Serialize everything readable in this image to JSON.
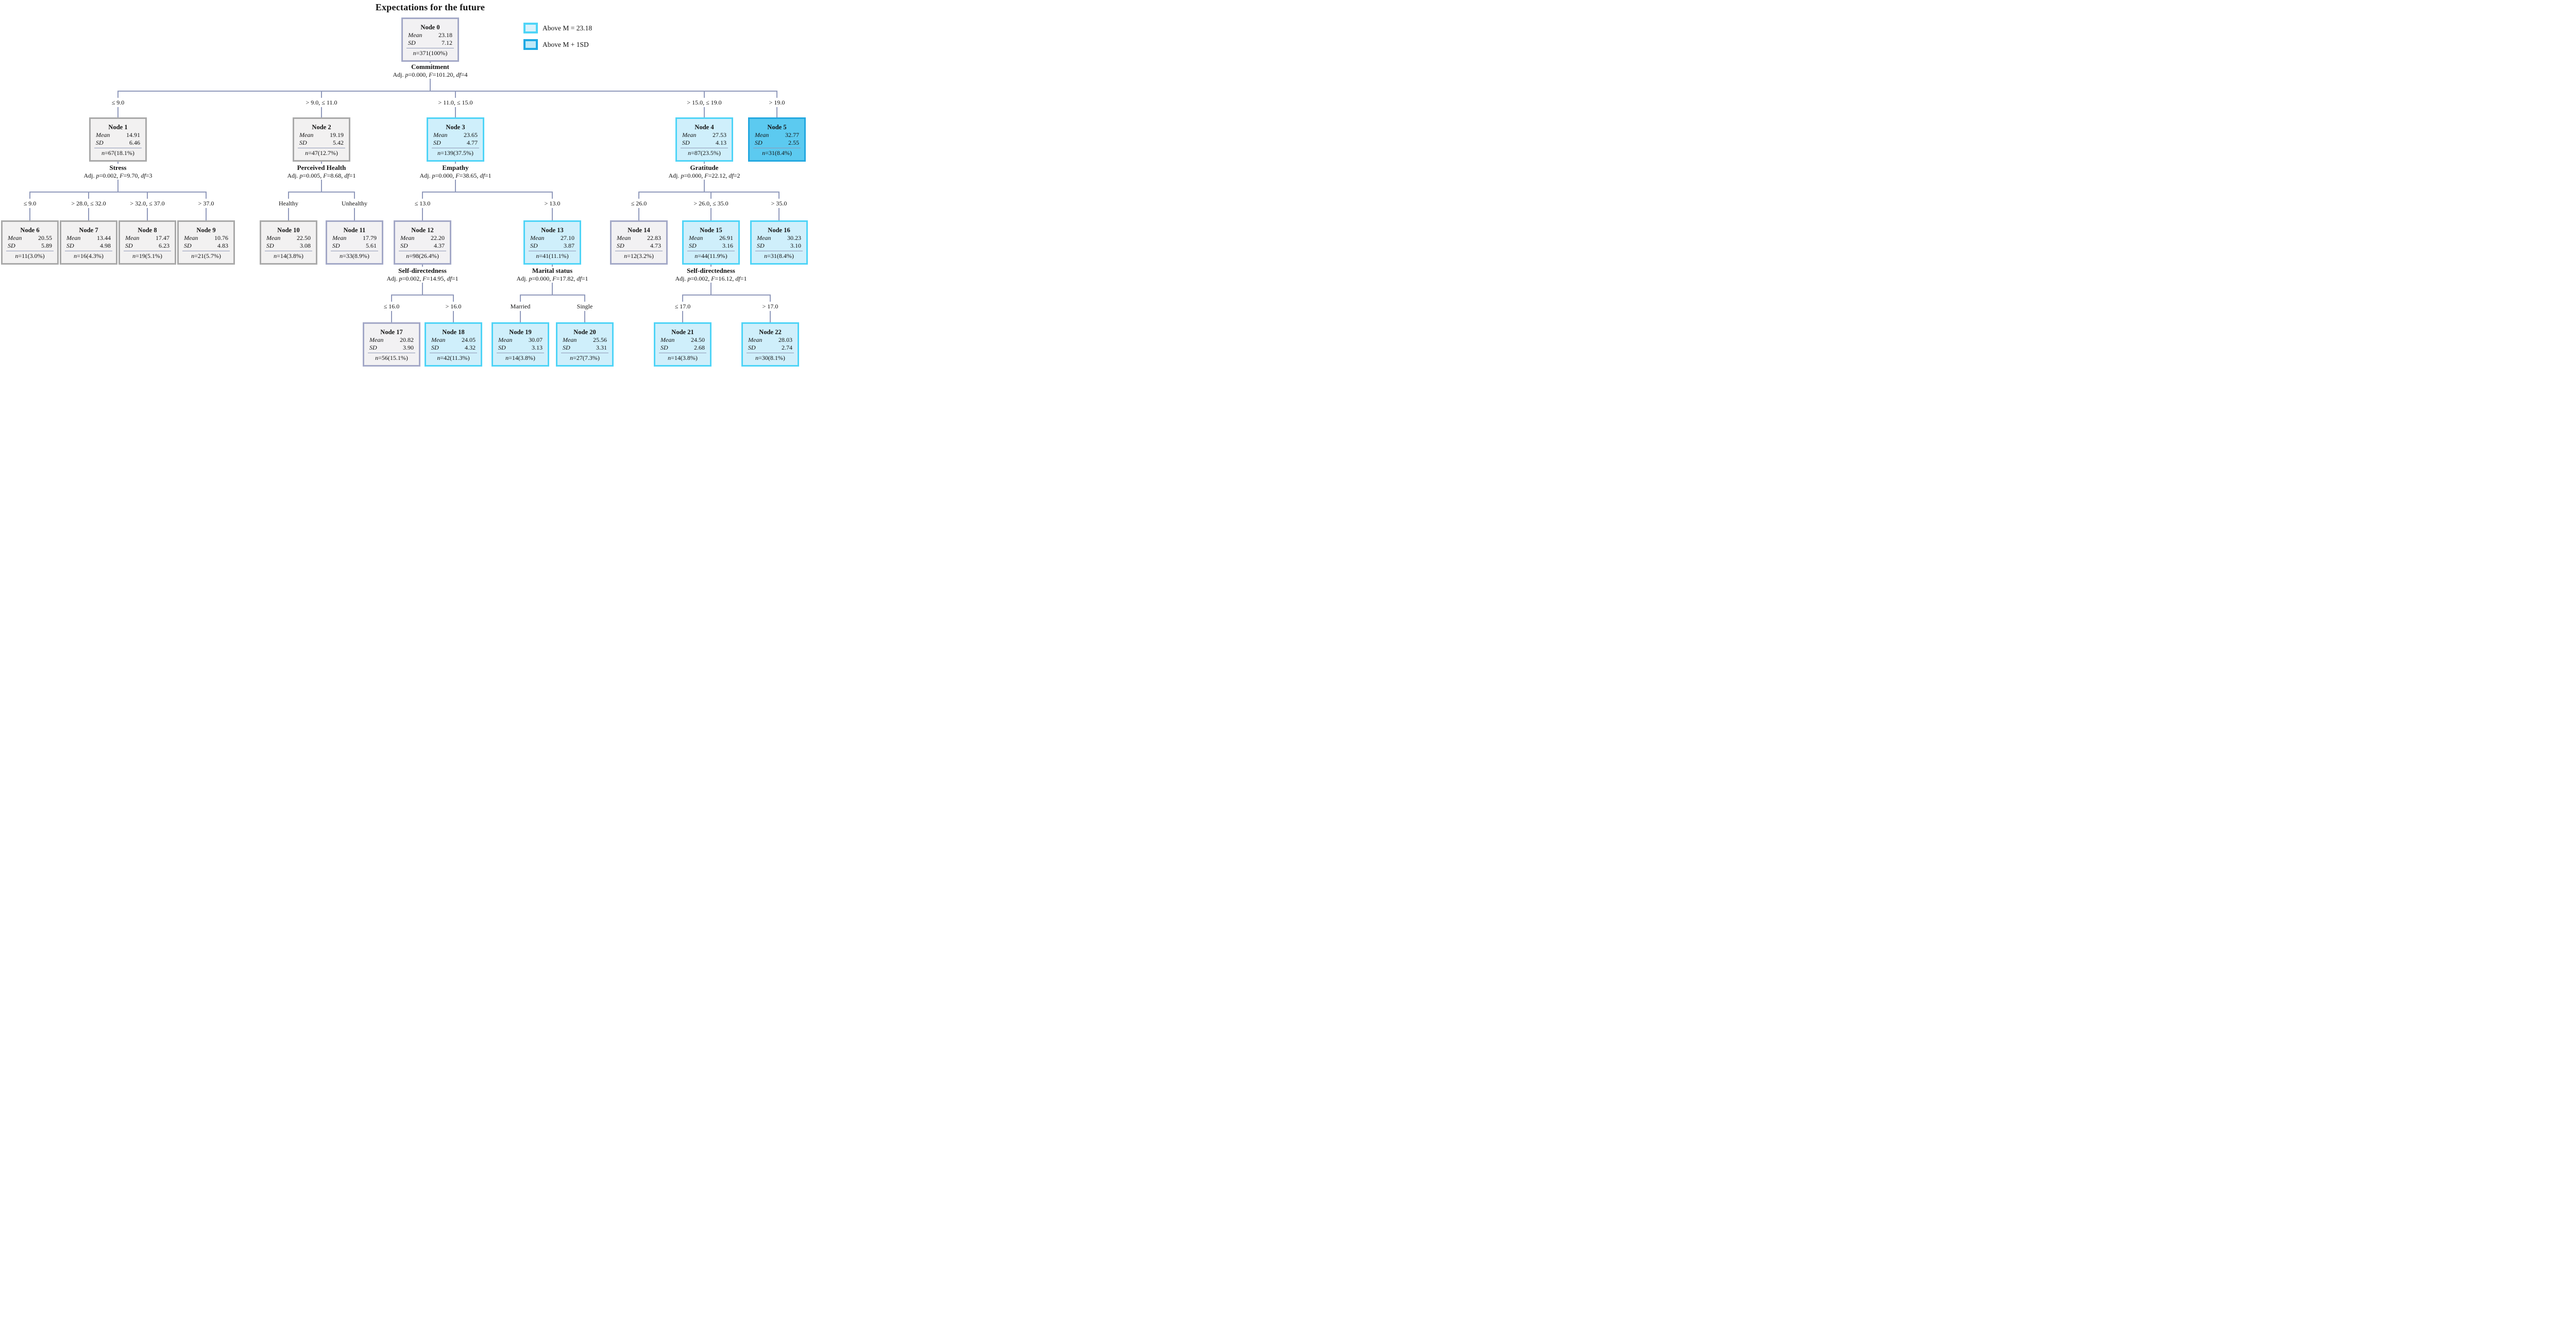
{
  "title": "Expectations for the future",
  "colors": {
    "above_mean_fill": "#cfeffb",
    "above_mean_border": "#4ed4f7",
    "above_m1sd_fill": "#5ccaf0",
    "above_m1sd_border": "#23a8e0",
    "neutral_fill": "#f2f1f1",
    "neutral_border": "#a9a9a9",
    "connector": "#9099bb"
  },
  "labels": {
    "adj": "Adj.",
    "p": "p",
    "F": "F",
    "df": "df",
    "mean": "Mean",
    "sd": "SD",
    "n": "n"
  },
  "legend": {
    "items": [
      {
        "label": "Above M = 23.18"
      },
      {
        "label": "Above M + 1SD"
      }
    ]
  },
  "splits": [
    {
      "name": "Commitment",
      "p": "0.000",
      "F": "101.20",
      "df": "4"
    },
    {
      "name": "Stress",
      "p": "0.002",
      "F": "9.70",
      "df": "3"
    },
    {
      "name": "Perceived Health",
      "p": "0.005",
      "F": "8.68",
      "df": "1"
    },
    {
      "name": "Empathy",
      "p": "0.000",
      "F": "38.65",
      "df": "1"
    },
    {
      "name": "Gratitude",
      "p": "0.000",
      "F": "22.12",
      "df": "2"
    },
    {
      "name": "Self-directedness",
      "p": "0.002",
      "F": "14.95",
      "df": "1"
    },
    {
      "name": "Marital  status",
      "p": "0.000",
      "F": "17.82",
      "df": "1"
    },
    {
      "name": "Self-directedness",
      "p": "0.002",
      "F": "16.12",
      "df": "1"
    }
  ],
  "nodes": [
    {
      "title": "Node 0",
      "mean": "23.18",
      "sd": "7.12",
      "n": "371(100%)"
    },
    {
      "title": "Node 1",
      "branch": "≤ 9.0",
      "mean": "14.91",
      "sd": "6.46",
      "n": "67(18.1%)"
    },
    {
      "title": "Node 2",
      "branch": "> 9.0, ≤ 11.0",
      "mean": "19.19",
      "sd": "5.42",
      "n": "47(12.7%)"
    },
    {
      "title": "Node 3",
      "branch": "> 11.0, ≤ 15.0",
      "mean": "23.65",
      "sd": "4.77",
      "n": "139(37.5%)"
    },
    {
      "title": "Node 4",
      "branch": "> 15.0, ≤ 19.0",
      "mean": "27.53",
      "sd": "4.13",
      "n": "87(23.5%)"
    },
    {
      "title": "Node 5",
      "branch": "> 19.0",
      "mean": "32.77",
      "sd": "2.55",
      "n": "31(8.4%)"
    },
    {
      "title": "Node 6",
      "branch": "≤ 9.0",
      "mean": "20.55",
      "sd": "5.89",
      "n": "11(3.0%)"
    },
    {
      "title": "Node 7",
      "branch": "> 28.0, ≤ 32.0",
      "mean": "13.44",
      "sd": "4.98",
      "n": "16(4.3%)"
    },
    {
      "title": "Node 8",
      "branch": "> 32.0, ≤ 37.0",
      "mean": "17.47",
      "sd": "6.23",
      "n": "19(5.1%)"
    },
    {
      "title": "Node 9",
      "branch": "> 37.0",
      "mean": "10.76",
      "sd": "4.83",
      "n": "21(5.7%)"
    },
    {
      "title": "Node 10",
      "branch": "Healthy",
      "mean": "22.50",
      "sd": "3.08",
      "n": "14(3.8%)"
    },
    {
      "title": "Node 11",
      "branch": "Unhealthy",
      "mean": "17.79",
      "sd": "5.61",
      "n": "33(8.9%)"
    },
    {
      "title": "Node 12",
      "branch": "≤ 13.0",
      "mean": "22.20",
      "sd": "4.37",
      "n": "98(26.4%)"
    },
    {
      "title": "Node 13",
      "branch": "> 13.0",
      "mean": "27.10",
      "sd": "3.87",
      "n": "41(11.1%)"
    },
    {
      "title": "Node 14",
      "branch": "≤ 26.0",
      "mean": "22.83",
      "sd": "4.73",
      "n": "12(3.2%)"
    },
    {
      "title": "Node 15",
      "branch": "> 26.0, ≤ 35.0",
      "mean": "26.91",
      "sd": "3.16",
      "n": "44(11.9%)"
    },
    {
      "title": "Node 16",
      "branch": "> 35.0",
      "mean": "30.23",
      "sd": "3.10",
      "n": "31(8.4%)"
    },
    {
      "title": "Node 17",
      "branch": "≤ 16.0",
      "mean": "20.82",
      "sd": "3.90",
      "n": "56(15.1%)"
    },
    {
      "title": "Node 18",
      "branch": "> 16.0",
      "mean": "24.05",
      "sd": "4.32",
      "n": "42(11.3%)"
    },
    {
      "title": "Node 19",
      "branch": "Married",
      "mean": "30.07",
      "sd": "3.13",
      "n": "14(3.8%)"
    },
    {
      "title": "Node 20",
      "branch": "Single",
      "mean": "25.56",
      "sd": "3.31",
      "n": "27(7.3%)"
    },
    {
      "title": "Node 21",
      "branch": "≤ 17.0",
      "mean": "24.50",
      "sd": "2.68",
      "n": "14(3.8%)"
    },
    {
      "title": "Node 22",
      "branch": "> 17.0",
      "mean": "28.03",
      "sd": "2.74",
      "n": "30(8.1%)"
    }
  ]
}
